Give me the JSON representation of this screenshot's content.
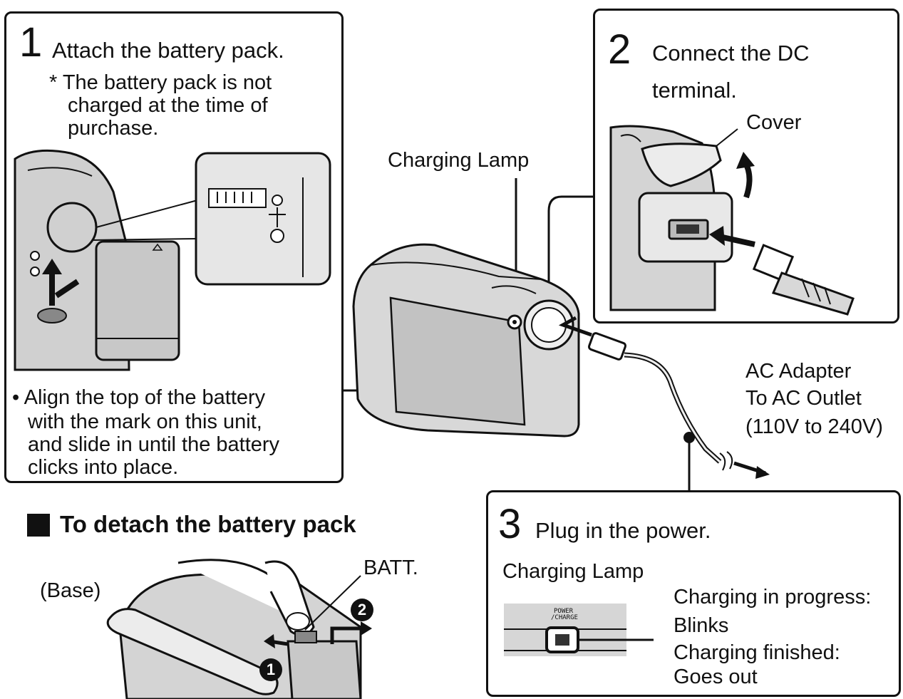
{
  "step1": {
    "number": "1",
    "title": "Attach the battery pack.",
    "note_lines": [
      "* The battery pack is not",
      "charged at the time of",
      "purchase."
    ],
    "instruction_lines": [
      "• Align the top of the battery",
      "with the mark on this unit,",
      "and slide in until the battery",
      "clicks into place."
    ]
  },
  "step2": {
    "number": "2",
    "title_lines": [
      "Connect the DC",
      "terminal."
    ],
    "cover_label": "Cover"
  },
  "step3": {
    "number": "3",
    "title": "Plug in the power.",
    "lamp_label": "Charging Lamp",
    "lamp_panel_text": [
      "POWER",
      "/CHARGE"
    ],
    "status_lines": [
      "Charging in progress:",
      "Blinks",
      "Charging finished:",
      "Goes out"
    ]
  },
  "center": {
    "charging_lamp_label": "Charging Lamp",
    "adapter_lines": [
      "AC Adapter",
      "To AC Outlet",
      "(110V to 240V)"
    ]
  },
  "detach": {
    "heading": "To detach the battery pack",
    "base_label": "(Base)",
    "batt_label": "BATT.",
    "marker1": "1",
    "marker2": "2"
  }
}
